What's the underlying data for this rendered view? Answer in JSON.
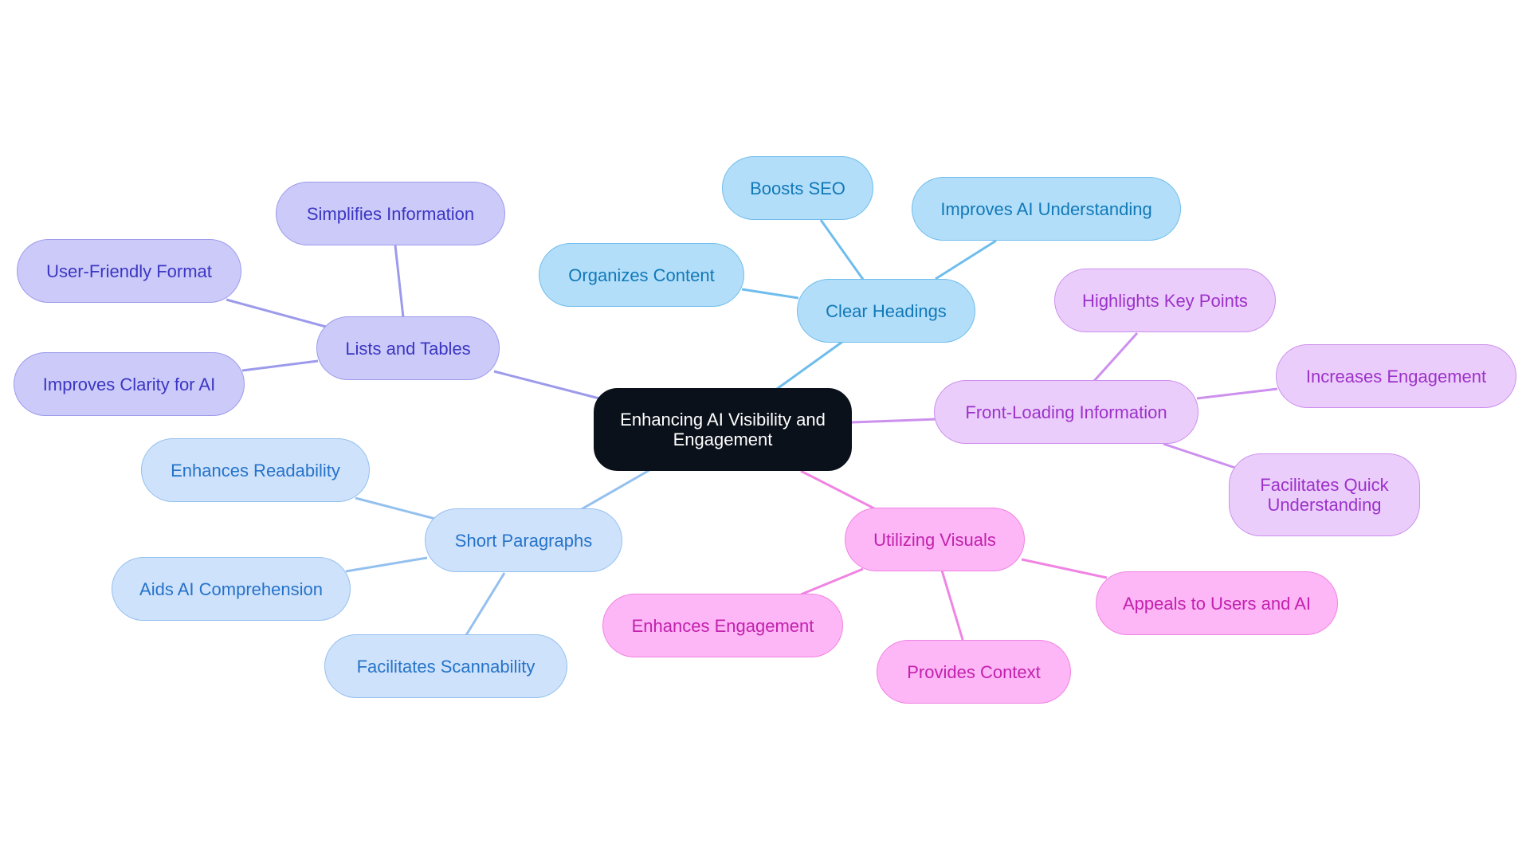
{
  "diagram": {
    "type": "mind-map",
    "center": {
      "label": "Enhancing AI Visibility and Engagement"
    },
    "branches": [
      {
        "id": "clear-headings",
        "label": "Clear Headings",
        "color": "#6fbdec",
        "children": [
          "Boosts SEO",
          "Improves AI Understanding",
          "Organizes Content"
        ]
      },
      {
        "id": "lists-tables",
        "label": "Lists and Tables",
        "color": "#9c9aeb",
        "children": [
          "Simplifies Information",
          "User-Friendly Format",
          "Improves Clarity for AI"
        ]
      },
      {
        "id": "short-paragraphs",
        "label": "Short Paragraphs",
        "color": "#94c0ef",
        "children": [
          "Enhances Readability",
          "Aids AI Comprehension",
          "Facilitates Scannability"
        ]
      },
      {
        "id": "front-loading",
        "label": "Front-Loading Information",
        "color": "#cc90ee",
        "children": [
          "Highlights Key Points",
          "Increases Engagement",
          "Facilitates Quick Understanding"
        ]
      },
      {
        "id": "utilizing-visuals",
        "label": "Utilizing Visuals",
        "color": "#f084e2",
        "children": [
          "Enhances Engagement",
          "Provides Context",
          "Appeals to Users and AI"
        ]
      }
    ]
  }
}
